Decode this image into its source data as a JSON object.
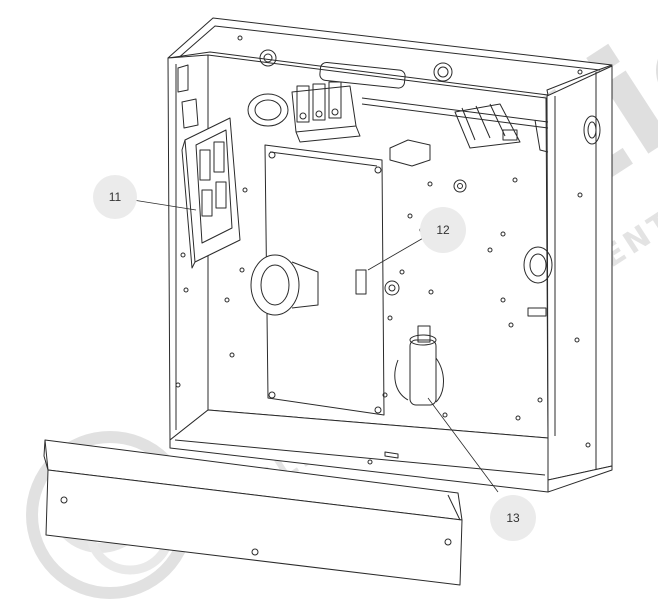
{
  "colors": {
    "line": "#2b2b2b",
    "panel": "#ffffff",
    "callout_bg": "#ebebeb",
    "watermark": "#d9d9d9"
  },
  "callouts": [
    {
      "label": "11"
    },
    {
      "label": "12"
    },
    {
      "label": "13"
    }
  ],
  "watermark": {
    "brand": "atlantic",
    "tagline": "CLIMATISATION ET VENTILATION"
  }
}
